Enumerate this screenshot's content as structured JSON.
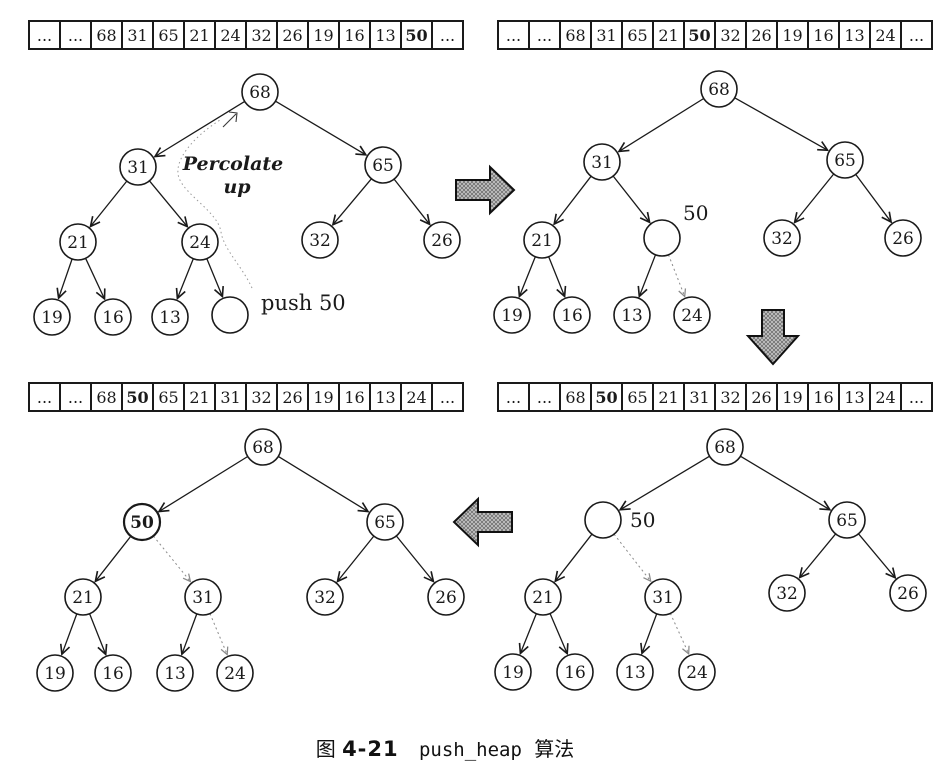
{
  "caption": {
    "fig_label": "图",
    "fig_number": "4-21",
    "code": "push_heap",
    "suffix": "算法"
  },
  "arrays": {
    "top_left": {
      "cells": [
        "...",
        "...",
        "68",
        "31",
        "65",
        "21",
        "24",
        "32",
        "26",
        "19",
        "16",
        "13",
        "50",
        "..."
      ],
      "bold_index": 12
    },
    "top_right": {
      "cells": [
        "...",
        "...",
        "68",
        "31",
        "65",
        "21",
        "50",
        "32",
        "26",
        "19",
        "16",
        "13",
        "24",
        "..."
      ],
      "bold_index": 6
    },
    "bottom_left": {
      "cells": [
        "...",
        "...",
        "68",
        "50",
        "65",
        "21",
        "31",
        "32",
        "26",
        "19",
        "16",
        "13",
        "24",
        "..."
      ],
      "bold_index": 3
    },
    "bottom_right": {
      "cells": [
        "...",
        "...",
        "68",
        "50",
        "65",
        "21",
        "31",
        "32",
        "26",
        "19",
        "16",
        "13",
        "24",
        "..."
      ],
      "bold_index": 3
    }
  },
  "trees": {
    "top_left": {
      "nodes": {
        "n68": "68",
        "n31": "31",
        "n65": "65",
        "n21": "21",
        "n24": "24",
        "n32": "32",
        "n26": "26",
        "n19": "19",
        "n16": "16",
        "n13": "13",
        "empty": ""
      },
      "annotations": {
        "percolate_line1": "Percolate",
        "percolate_line2": "up",
        "push_label": "push 50"
      }
    },
    "top_right": {
      "nodes": {
        "n68": "68",
        "n31": "31",
        "n65": "65",
        "n21": "21",
        "empty": "",
        "n32": "32",
        "n26": "26",
        "n19": "19",
        "n16": "16",
        "n13": "13",
        "n24": "24"
      },
      "annotations": {
        "new_value": "50"
      }
    },
    "bottom_left": {
      "nodes": {
        "n68": "68",
        "n50": "50",
        "n65": "65",
        "n21": "21",
        "n31": "31",
        "n32": "32",
        "n26": "26",
        "n19": "19",
        "n16": "16",
        "n13": "13",
        "n24": "24"
      }
    },
    "bottom_right": {
      "nodes": {
        "n68": "68",
        "empty": "",
        "n65": "65",
        "n21": "21",
        "n31": "31",
        "n32": "32",
        "n26": "26",
        "n19": "19",
        "n16": "16",
        "n13": "13",
        "n24": "24"
      },
      "annotations": {
        "new_value": "50"
      }
    }
  },
  "colors": {
    "ink": "#1a1a1a",
    "dotted_edge": "#8a8a8a",
    "arrow_fill": "#c9c9c9",
    "arrow_hatch": "#6e6e6e"
  }
}
